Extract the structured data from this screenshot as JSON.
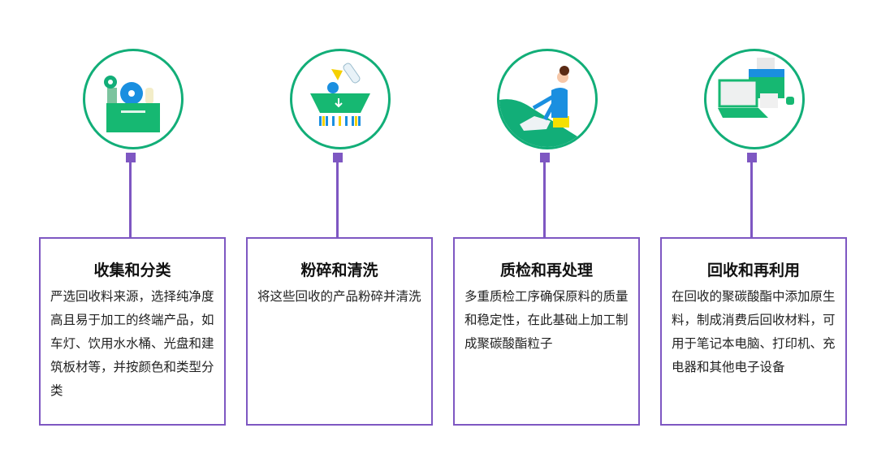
{
  "colors": {
    "accent": "#7e57c2",
    "green": "#12ae78"
  },
  "steps": [
    {
      "icon": "recycle-bin-icon",
      "title": "收集和分类",
      "desc": "严选回收料来源，选择纯净度高且易于加工的终端产品，如车灯、饮用水水桶、光盘和建筑板材等，并按颜色和类型分类"
    },
    {
      "icon": "shredder-basket-icon",
      "title": "粉碎和清洗",
      "desc": "将这些回收的产品粉碎并清洗"
    },
    {
      "icon": "quality-inspection-icon",
      "title": "质检和再处理",
      "desc": "多重质检工序确保原料的质量和稳定性，在此基础上加工制成聚碳酸酯粒子"
    },
    {
      "icon": "laptop-printer-icon",
      "title": "回收和再利用",
      "desc": "在回收的聚碳酸酯中添加原生料，制成消费后回收材料，可用于笔记本电脑、打印机、充电器和其他电子设备"
    }
  ]
}
